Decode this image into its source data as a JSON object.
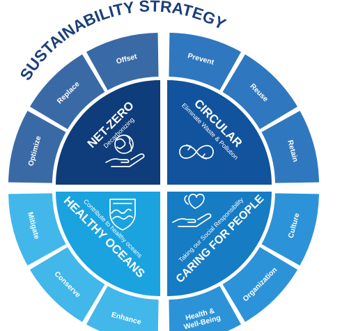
{
  "title": "SUSTAINABILITY STRATEGY",
  "quadrants": [
    {
      "key": "net_zero",
      "title": "NET-ZERO",
      "subtitle": "Decarbonizing",
      "icon": "globe-hand-icon",
      "color": "#0f3c7a",
      "ring_color": "#3a6aa6",
      "segments": [
        "Offset",
        "Replace",
        "Optimize"
      ]
    },
    {
      "key": "circular",
      "title": "CIRCULAR",
      "subtitle": "Eliminate Waste & Pollution",
      "icon": "infinity-icon",
      "color": "#11539d",
      "ring_color": "#2f78bf",
      "segments": [
        "Prevent",
        "Reuse",
        "Retain"
      ]
    },
    {
      "key": "healthy_oceans",
      "title": "HEALTHY OCEANS",
      "subtitle": "Contribute to healthy oceans",
      "icon": "wave-shield-icon",
      "color": "#1ba3e0",
      "ring_color": "#42b7ea",
      "segments": [
        "Mitigate",
        "Conserve",
        "Enhance"
      ]
    },
    {
      "key": "caring_for_people",
      "title": "CARING FOR PEOPLE",
      "subtitle": "Taking our Social Responsibility",
      "icon": "heart-hand-icon",
      "color": "#167cc4",
      "ring_color": "#2d93d8",
      "segments": [
        "Health & Well-Being",
        "Organization",
        "Culture"
      ]
    }
  ]
}
